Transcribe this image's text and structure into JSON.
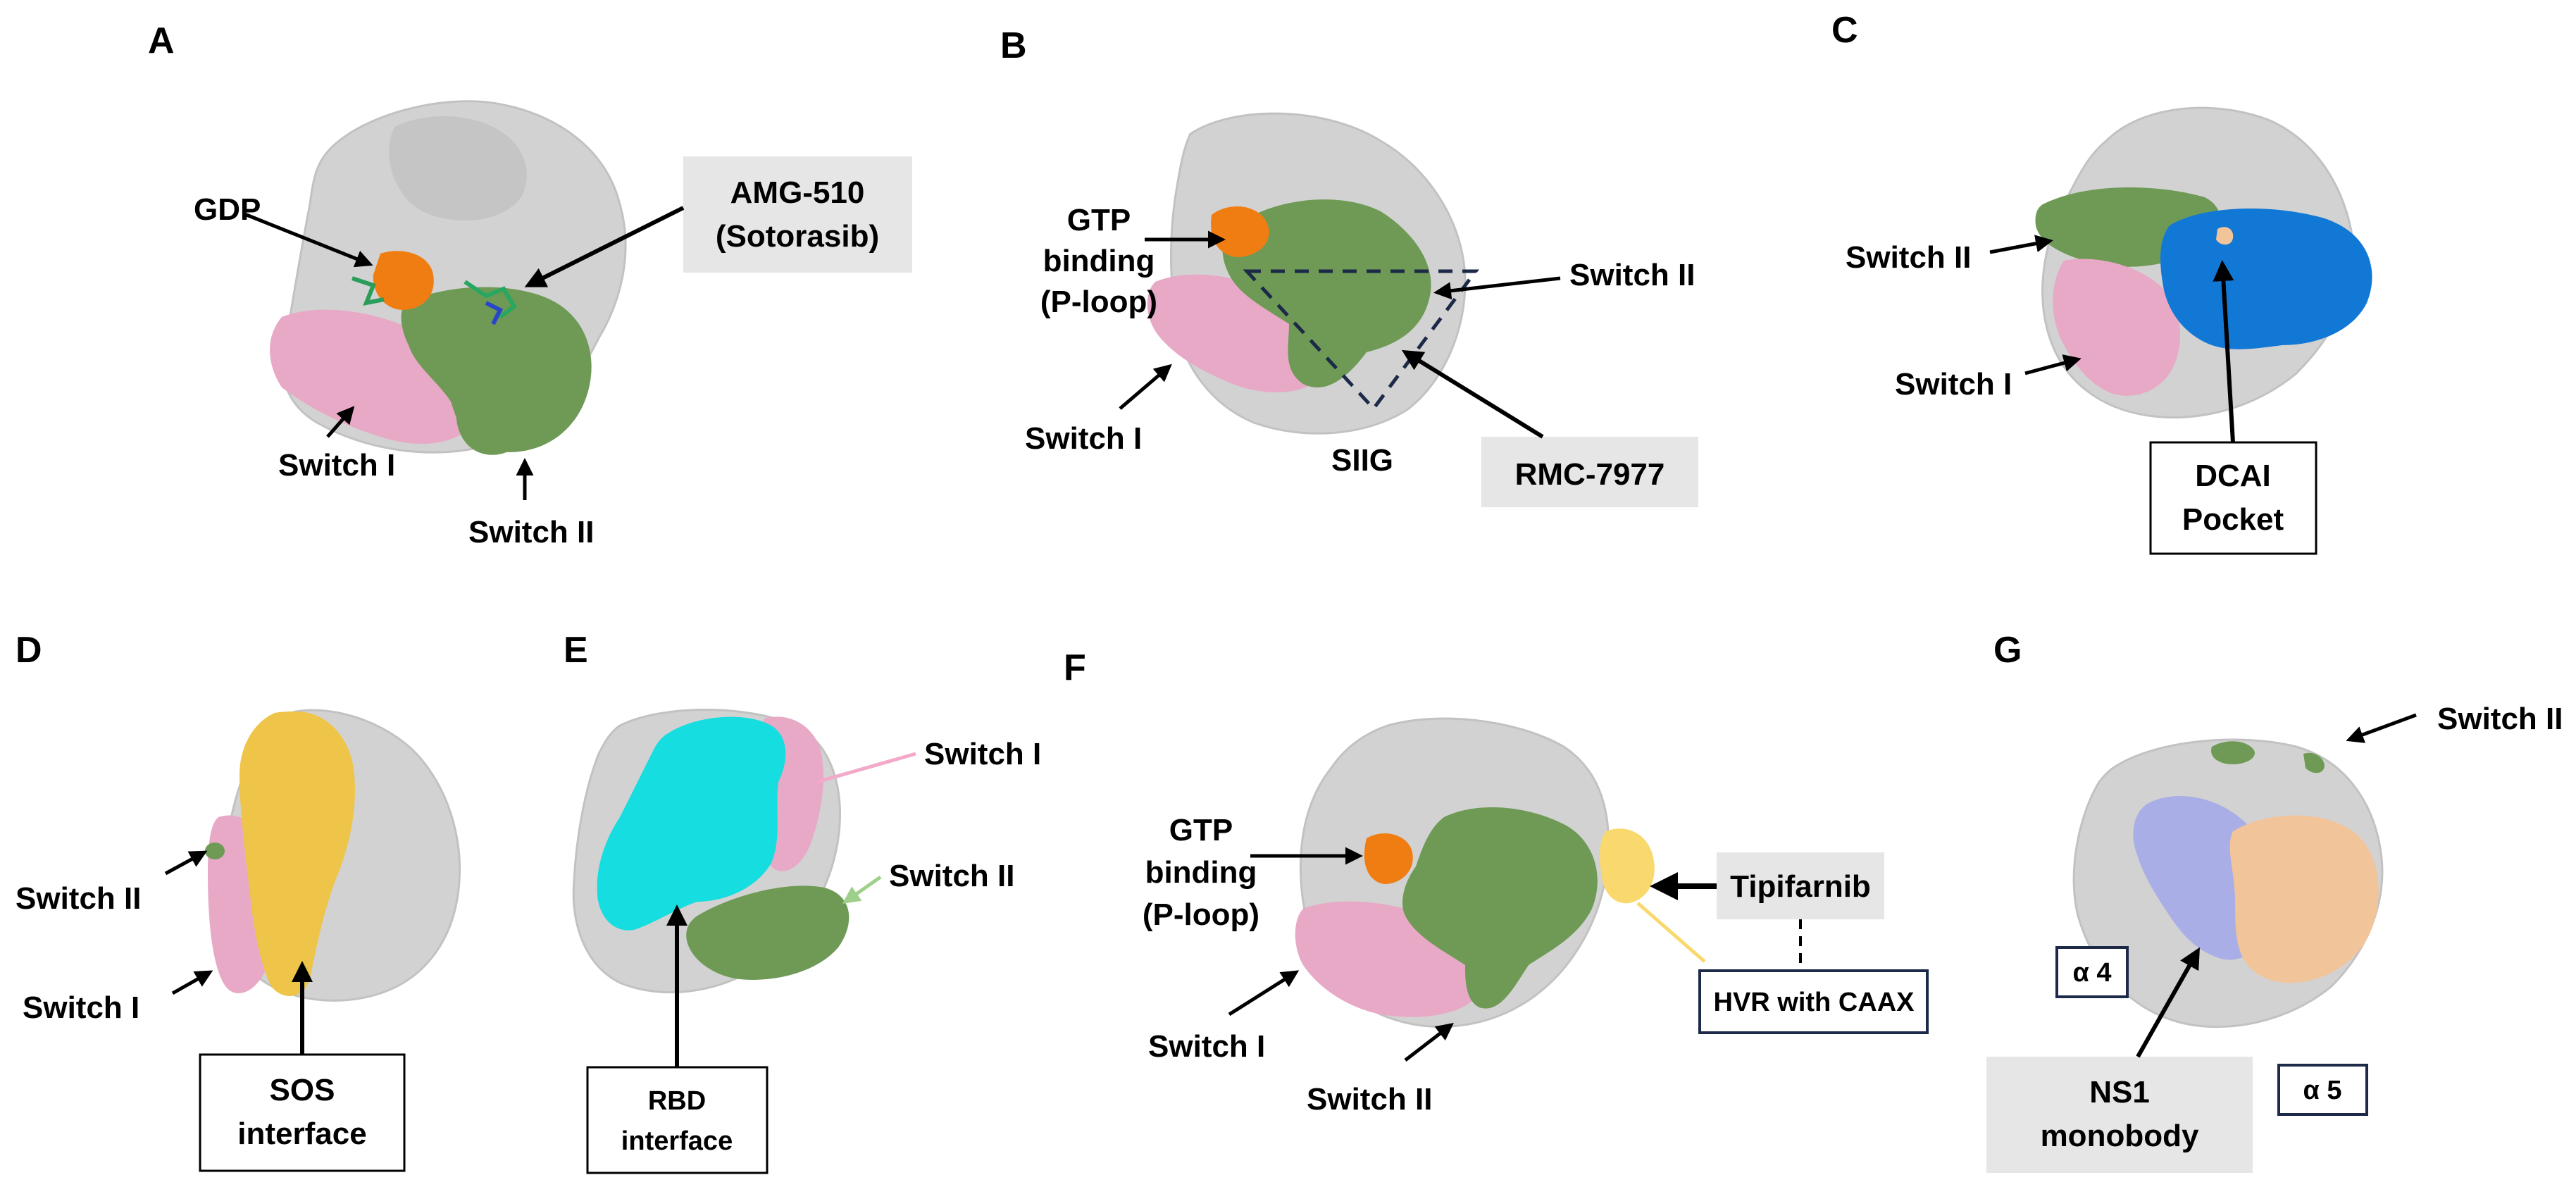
{
  "colors": {
    "protein_gray": "#d2d2d2",
    "protein_gray_dark": "#b9b9b9",
    "switch1_pink": "#e8a9c7",
    "switch2_green": "#6f9a56",
    "ploop_orange": "#f07d12",
    "dcai_blue": "#1278d6",
    "sos_yellow": "#eec449",
    "rbd_cyan": "#15dde0",
    "tipifarnib_yellow": "#f9d86d",
    "ns1_peach": "#f2c49a",
    "ns1_lavender": "#aaaee6",
    "label_box_fill": "#e6e6e6",
    "navy_box_stroke": "#1c2a48"
  },
  "panels": {
    "A": {
      "letter": "A",
      "gdp": "GDP",
      "drug_line1": "AMG-510",
      "drug_line2": "(Sotorasib)",
      "switch1": "Switch I",
      "switch2": "Switch II"
    },
    "B": {
      "letter": "B",
      "gtp_line1": "GTP",
      "gtp_line2": "binding",
      "gtp_line3": "(P-loop)",
      "switch2": "Switch II",
      "switch1": "Switch I",
      "siig": "SIIG",
      "drug": "RMC-7977"
    },
    "C": {
      "letter": "C",
      "switch2": "Switch II",
      "switch1": "Switch I",
      "pocket_line1": "DCAI",
      "pocket_line2": "Pocket"
    },
    "D": {
      "letter": "D",
      "switch2": "Switch II",
      "switch1": "Switch I",
      "iface_line1": "SOS",
      "iface_line2": "interface"
    },
    "E": {
      "letter": "E",
      "switch1": "Switch I",
      "switch2": "Switch II",
      "iface_line1": "RBD",
      "iface_line2": "interface"
    },
    "F": {
      "letter": "F",
      "gtp_line1": "GTP",
      "gtp_line2": "binding",
      "gtp_line3": "(P-loop)",
      "drug": "Tipifarnib",
      "hvr": "HVR with CAAX",
      "switch1": "Switch I",
      "switch2": "Switch II"
    },
    "G": {
      "letter": "G",
      "switch2": "Switch II",
      "alpha4": "α 4",
      "alpha5": "α 5",
      "mono_line1": "NS1",
      "mono_line2": "monobody"
    }
  }
}
